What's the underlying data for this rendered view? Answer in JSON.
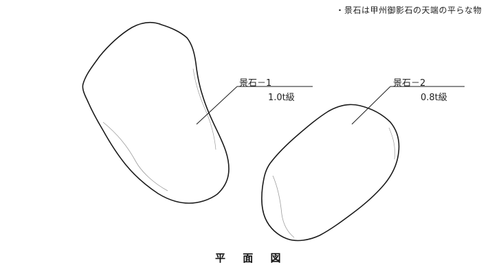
{
  "note": "・景石は甲州御影石の天端の平らな物",
  "stones": [
    {
      "name": "景石－1",
      "spec": "1.0t級"
    },
    {
      "name": "景石－2",
      "spec": "0.8t級"
    }
  ],
  "title": "平 面 図",
  "colors": {
    "line": "#1a1a1a",
    "shade": "#9a9a9a",
    "background": "#ffffff"
  }
}
